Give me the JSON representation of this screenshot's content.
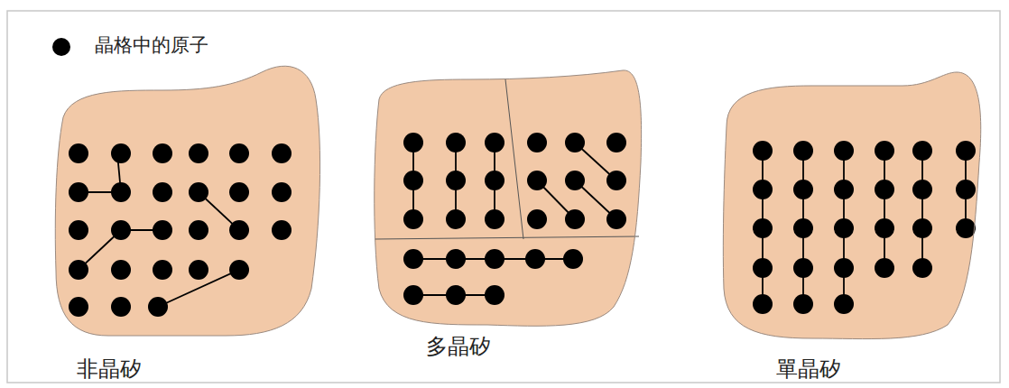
{
  "diagram": {
    "nodes": [
      {
        "text": [
          "非晶矽"
        ]
      },
      {
        "text": [
          "多晶矽"
        ]
      },
      {
        "text": [
          "單晶矽"
        ]
      }
    ],
    "legend": [
      {
        "text": "晶格中的原子"
      }
    ]
  }
}
